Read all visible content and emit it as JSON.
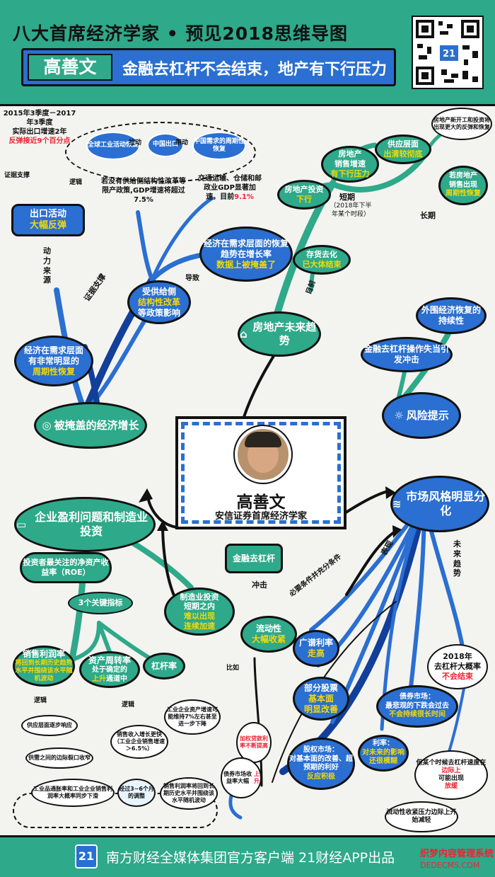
{
  "header": {
    "title": "八大首席经济学家 • 预见2018思维导图",
    "name": "高善文",
    "subtitle": "金融去杠杆不会结束，地产有下行压力",
    "qr_badge": "21"
  },
  "center": {
    "name": "高善文",
    "title": "安信证券首席经济学家"
  },
  "branches": {
    "economy": {
      "main": "被掩盖的经济增长",
      "export": "出口活动",
      "export_hl": "大幅反弹",
      "export_data_1": "2015年3季度－2017年3季度",
      "export_data_2": "实际出口增速2年",
      "export_data_3": "反弹接近9个百分点",
      "chain_1": "全球工业活动恢复",
      "chain_2": "中国出口",
      "chain_3": "中国需求的周期性恢复",
      "pull": "拉动",
      "drive": "带动",
      "gdp_note_1": "若没有供给侧结构性改革等限产政策,GDP增速将超过7.5%",
      "transport_1": "交通运输、仓储和邮政业GDP显著加速，目前",
      "transport_hl": "9.1%",
      "demand_1": "经济在需求层面的恢复趋势在增长率",
      "demand_hl": "数据上被掩盖了",
      "supply_1": "受供给侧",
      "supply_2": "结构性改革",
      "supply_3": "等政策影响",
      "cycle_1": "经济在需求层面",
      "cycle_2": "有非常明显的",
      "cycle_3": "周期性恢复",
      "evidence_support": "证据支撑",
      "evidence_support_2": "证据支撑",
      "logic": "逻辑",
      "lead": "导致",
      "power_source": "动力来源"
    },
    "property": {
      "main": "房地产未来趋势",
      "invest_1": "房地产投资",
      "invest_2": "下行",
      "sales_1": "房地产",
      "sales_2": "销售增速",
      "sales_3": "有下行压力",
      "supply_1": "供应层面",
      "supply_2": "出清较彻底",
      "start_note": "房地产新开工和投资将出现更大的反弹和恢复",
      "recover_1": "若房地产",
      "recover_2": "销售出现",
      "recover_3": "周期性恢复",
      "destock_1": "存货去化",
      "destock_2": "已大体结束",
      "short": "短期",
      "short_note": "（2018年下半年某个时段）",
      "long": "长期",
      "now": "目前"
    },
    "risk": {
      "main": "风险提示",
      "r1": "外围经济恢复的持续性",
      "r2": "金融去杠杆操作失当引发冲击"
    },
    "market": {
      "main": "市场风格明显分化",
      "future": "未来趋势",
      "show": "表现",
      "cond": "必要条件并充分条件",
      "deleverage": "金融去杠杆",
      "impact": "冲击",
      "liquidity_1": "流动性",
      "liquidity_2": "大幅收紧",
      "compare": "比如",
      "rate_1": "广谱利率",
      "rate_2": "走高",
      "stock_1": "部分股票",
      "stock_2": "基本面",
      "stock_3": "明显改善",
      "outlook_1": "2018年",
      "outlook_2": "去杠杆大概率",
      "outlook_3": "不会结束",
      "bond_1": "债券市场：",
      "bond_2": "最悲观的下跌会过去",
      "bond_3": "不会持续很长时间",
      "ir_1": "利率：",
      "ir_2": "对未来的影响",
      "ir_3": "还很模糊",
      "eq_1": "股权市场：",
      "eq_2": "对基本面的改善、超预期的利好",
      "eq_3": "反应积极",
      "note_1": "加权贷款利率不断提高",
      "note_2": "债券市场收益率大幅",
      "note_2_hl": "上升",
      "lever_1": "但某个时候去杠杆速度在",
      "lever_hl": "边际上",
      "lever_2": "可能出现",
      "lever_3": "放缓",
      "pressure": "流动性收紧压力边际上开始减轻"
    },
    "profit": {
      "main": "企业盈利问题和制造业投资",
      "roe": "投资者最关注的净资产收益率（ROE）",
      "indicators": "3个关键指标",
      "mfg_1": "制造业投资",
      "mfg_2": "短期之内",
      "mfg_3": "难以出现",
      "mfg_4": "连续加速",
      "margin_1": "销售利润率",
      "margin_2": "将回到长期历史趋势水平并围绕该水平随机波动",
      "turnover_1": "资产周转率",
      "turnover_2": "处于确定的",
      "turnover_3": "上升",
      "turnover_4": "通道中",
      "leverage": "杠杆率",
      "logic": "逻辑",
      "logic_2": "逻辑",
      "d1": "供应层面逐步响应",
      "d2": "供需之间的边际裂口收窄",
      "d3": "工业品通胀率和工业企业销售利润率大概率同步下滑",
      "d4": "经过3~6个月的调整",
      "d5": "销售利润率将回到长期历史水平并围绕该水平随机波动",
      "d6": "销售收入增长更快（工业企业销售增速＞6.5%）",
      "d7": "工业企业资产增速可能维持7%左右甚至进一步下降"
    }
  },
  "footer": {
    "logo": "21",
    "text": "南方财经全媒体集团官方客户端   21财经APP出品",
    "watermark_1": "织梦内容管理系统",
    "watermark_2": "DEDECMS.COM"
  },
  "colors": {
    "teal": "#2ea98a",
    "blue": "#2a6fd1",
    "navy": "#123f9a",
    "yellow": "#f5d90a",
    "red": "#e23"
  }
}
